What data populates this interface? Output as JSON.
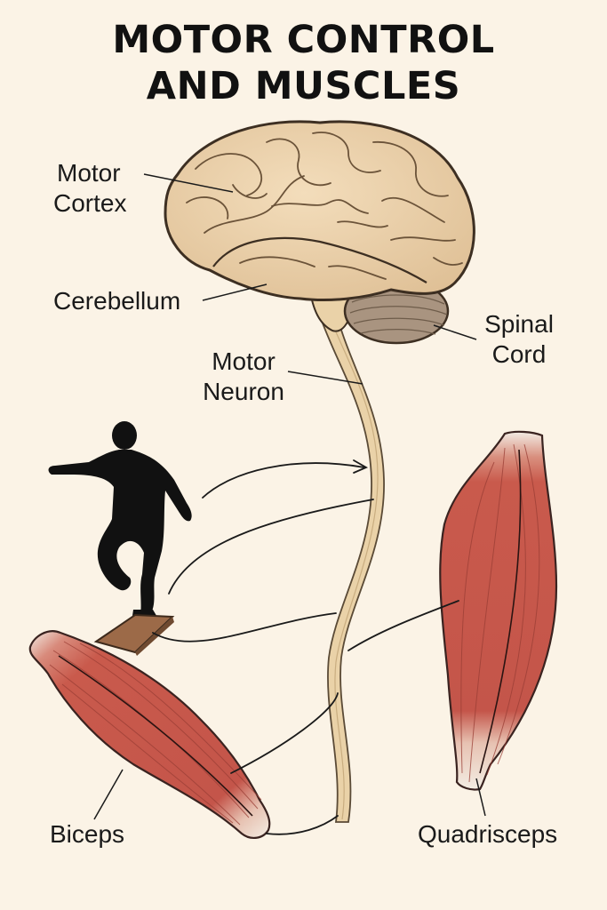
{
  "title": {
    "line1": "MOTOR CONTROL",
    "line2": "AND MUSCLES"
  },
  "labels": {
    "motor_cortex": [
      "Motor",
      "Cortex"
    ],
    "cerebellum": "Cerebellum",
    "spinal_cord": [
      "Spinal",
      "Cord"
    ],
    "motor_neuron": [
      "Motor",
      "Neuron"
    ],
    "biceps": "Biceps",
    "quadriceps": "Quadrisceps"
  },
  "colors": {
    "background": "#fbf3e6",
    "brain": "#ecd3ae",
    "cerebellum": "#a99480",
    "spinal_cord": "#ead2a8",
    "muscle": "#c95a4c",
    "silhouette": "#111111"
  }
}
